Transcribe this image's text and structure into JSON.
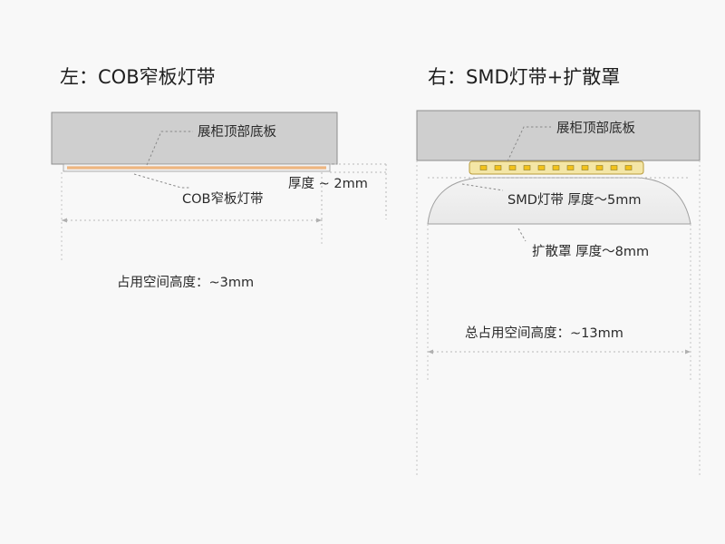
{
  "left": {
    "title": "左：COB窄板灯带",
    "cabinet_label": "展柜顶部底板",
    "strip_label": "COB窄板灯带",
    "thickness_label": "厚度 ~ 2mm",
    "space_label": "占用空间高度：~3mm",
    "colors": {
      "board": "#cfcfcf",
      "strip": "#e9a66a"
    }
  },
  "right": {
    "title": "右：SMD灯带+扩散罩",
    "cabinet_label": "展柜顶部底板",
    "strip_label": "SMD灯带 厚度～5mm",
    "diffuser_label": "扩散罩 厚度～8mm",
    "space_label": "总占用空间高度：~13mm",
    "colors": {
      "board": "#cfcfcf",
      "led": "#f2c21b",
      "strip_base": "#f4e6a6"
    }
  }
}
